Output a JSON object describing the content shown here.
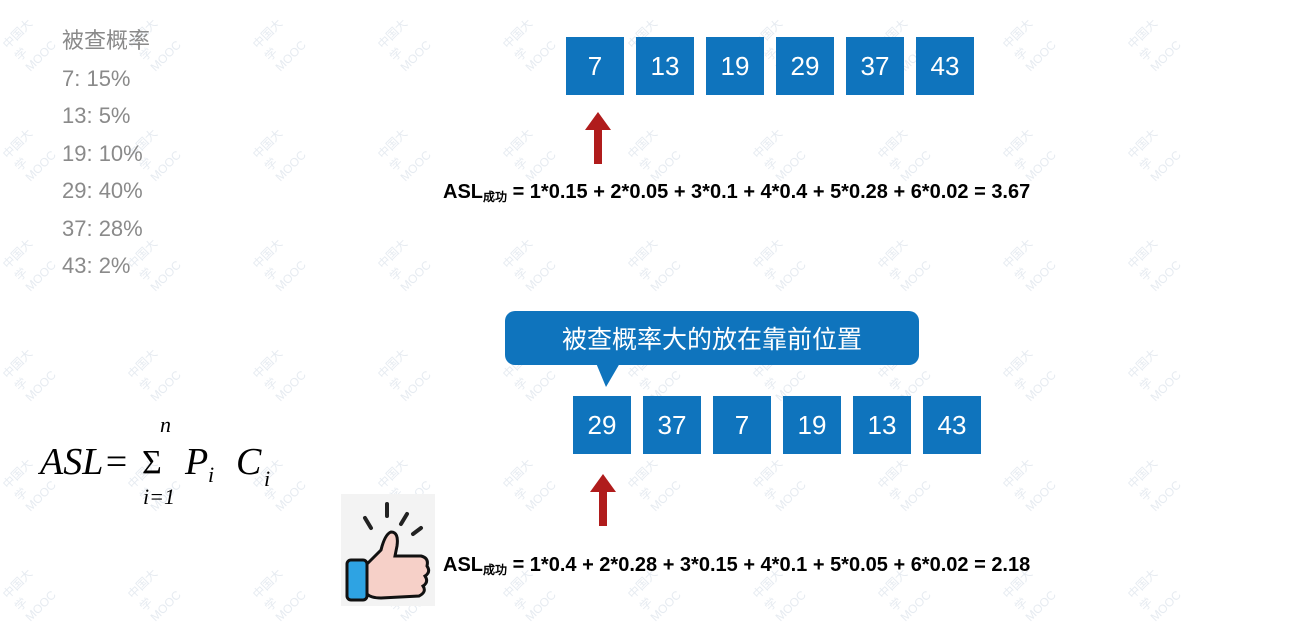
{
  "probabilities": {
    "title": "被查概率",
    "items": [
      "7: 15%",
      "13: 5%",
      "19: 10%",
      "29: 40%",
      "37: 28%",
      "43: 2%"
    ]
  },
  "top_sequence": [
    "7",
    "13",
    "19",
    "29",
    "37",
    "43"
  ],
  "bottom_sequence": [
    "29",
    "37",
    "7",
    "19",
    "13",
    "43"
  ],
  "formula_top": {
    "lhs": "ASL",
    "sub": "成功",
    "rhs": " = 1*0.15 + 2*0.05 + 3*0.1 + 4*0.4 + 5*0.28 + 6*0.02 = 3.67"
  },
  "formula_bottom": {
    "lhs": "ASL",
    "sub": "成功",
    "rhs": " = 1*0.4 + 2*0.28 + 3*0.15 + 4*0.1 + 5*0.05 + 6*0.02 = 2.18"
  },
  "callout": "被查概率大的放在靠前位置",
  "asl_formula": {
    "lhs": "ASL=",
    "sigma": "Σ",
    "upper": "n",
    "lower": "i=1",
    "p": "P",
    "p_sub": "i",
    "c": "C",
    "c_sub": "i"
  },
  "watermark": "中国大学MOOC",
  "colors": {
    "cell": "#0f74bd",
    "arrow": "#b01c1c",
    "text_gray": "#8a8a8a"
  }
}
